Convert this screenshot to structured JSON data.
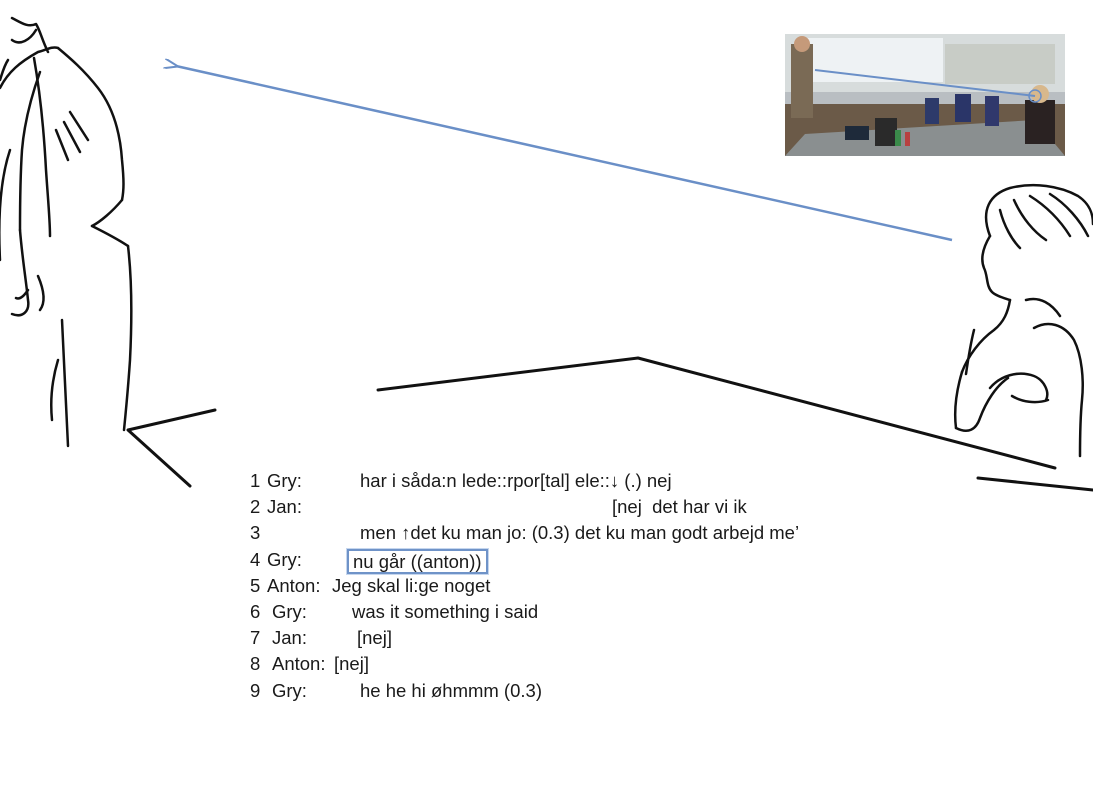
{
  "transcript": {
    "lines": [
      {
        "num": "1",
        "speaker": "Gry:",
        "text": "har i såda:n lede::rpor[tal] ele::↓ (.) nej"
      },
      {
        "num": "2",
        "speaker": "Jan:",
        "text": "[nej  det har vi ik"
      },
      {
        "num": "3",
        "speaker": "",
        "text": "men ↑det ku man jo: (0.3) det ku man godt arbejd me’"
      },
      {
        "num": "4",
        "speaker": "Gry:",
        "text": "nu går ((anton))"
      },
      {
        "num": "5",
        "speaker": "Anton:",
        "text": "Jeg skal li:ge noget"
      },
      {
        "num": "6",
        "speaker": "Gry:",
        "text": "was it something i said"
      },
      {
        "num": "7",
        "speaker": "Jan:",
        "text": "[nej]"
      },
      {
        "num": "8",
        "speaker": "Anton:",
        "text": "[nej]"
      },
      {
        "num": "9",
        "speaker": "Gry:",
        "text": "he he hi øhmmm (0.3)"
      }
    ]
  },
  "colors": {
    "arrow": "#6a8fc7",
    "highlight_box": "#6f93c8",
    "sketch_line": "#111111"
  },
  "icons": [
    "man-sketch",
    "woman-sketch",
    "gaze-arrow",
    "room-floor-lines",
    "video-still-photo"
  ]
}
